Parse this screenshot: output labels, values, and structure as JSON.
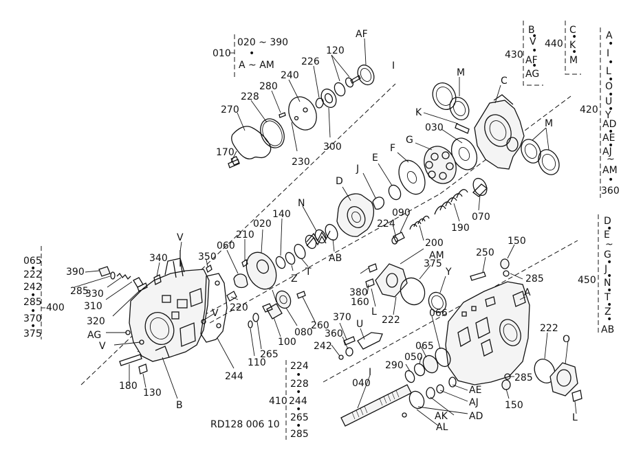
{
  "drawing_code": "RD128 006 10",
  "top_group": {
    "ref": "010",
    "range_top": "020 ~ 390",
    "dot": "•",
    "range_bottom": "A ~ AM"
  },
  "group_430": {
    "ref": "430",
    "items": [
      "B",
      "V",
      "AF",
      "AG"
    ]
  },
  "group_440": {
    "ref": "440",
    "items": [
      "C",
      "K",
      "M"
    ]
  },
  "group_420": {
    "ref": "420",
    "items": [
      "A",
      "I",
      "L",
      "O",
      "U",
      "Y",
      "AD",
      "AE",
      "AJ",
      "~",
      "AM",
      "360"
    ]
  },
  "group_450": {
    "ref": "450",
    "items": [
      "D",
      "E",
      "~",
      "G",
      "J",
      "N",
      "T",
      "Z",
      "AB"
    ]
  },
  "group_400": {
    "ref": "400",
    "items": [
      "065",
      "222",
      "242",
      "285",
      "370",
      "375"
    ]
  },
  "group_410": {
    "ref": "410",
    "items": [
      "224",
      "228",
      "244",
      "265",
      "285"
    ]
  },
  "labels": [
    {
      "id": "AF-top",
      "text": "AF"
    },
    {
      "id": "120",
      "text": "120"
    },
    {
      "id": "I-top",
      "text": "I"
    },
    {
      "id": "226",
      "text": "226"
    },
    {
      "id": "240",
      "text": "240"
    },
    {
      "id": "280",
      "text": "280"
    },
    {
      "id": "228",
      "text": "228"
    },
    {
      "id": "270",
      "text": "270"
    },
    {
      "id": "170",
      "text": "170"
    },
    {
      "id": "230",
      "text": "230"
    },
    {
      "id": "300",
      "text": "300"
    },
    {
      "id": "M-top",
      "text": "M"
    },
    {
      "id": "C",
      "text": "C"
    },
    {
      "id": "K",
      "text": "K"
    },
    {
      "id": "030",
      "text": "030"
    },
    {
      "id": "G",
      "text": "G"
    },
    {
      "id": "F",
      "text": "F"
    },
    {
      "id": "M-right",
      "text": "M"
    },
    {
      "id": "E",
      "text": "E"
    },
    {
      "id": "J",
      "text": "J"
    },
    {
      "id": "D",
      "text": "D"
    },
    {
      "id": "N",
      "text": "N"
    },
    {
      "id": "140",
      "text": "140"
    },
    {
      "id": "020",
      "text": "020"
    },
    {
      "id": "210",
      "text": "210"
    },
    {
      "id": "060",
      "text": "060"
    },
    {
      "id": "V-top",
      "text": "V"
    },
    {
      "id": "350",
      "text": "350"
    },
    {
      "id": "340",
      "text": "340"
    },
    {
      "id": "Z",
      "text": "Z"
    },
    {
      "id": "T",
      "text": "T"
    },
    {
      "id": "AB",
      "text": "AB"
    },
    {
      "id": "224",
      "text": "224"
    },
    {
      "id": "090",
      "text": "090"
    },
    {
      "id": "200",
      "text": "200"
    },
    {
      "id": "190",
      "text": "190"
    },
    {
      "id": "070",
      "text": "070"
    },
    {
      "id": "AM",
      "text": "AM"
    },
    {
      "id": "375",
      "text": "375"
    },
    {
      "id": "Y",
      "text": "Y"
    },
    {
      "id": "250",
      "text": "250"
    },
    {
      "id": "150-top",
      "text": "150"
    },
    {
      "id": "285-right",
      "text": "285"
    },
    {
      "id": "390",
      "text": "390"
    },
    {
      "id": "285-left",
      "text": "285"
    },
    {
      "id": "330",
      "text": "330"
    },
    {
      "id": "310",
      "text": "310"
    },
    {
      "id": "320",
      "text": "320"
    },
    {
      "id": "AG",
      "text": "AG"
    },
    {
      "id": "V-left",
      "text": "V"
    },
    {
      "id": "V-mid",
      "text": "V"
    },
    {
      "id": "220",
      "text": "220"
    },
    {
      "id": "380",
      "text": "380"
    },
    {
      "id": "160",
      "text": "160"
    },
    {
      "id": "L-mid",
      "text": "L"
    },
    {
      "id": "222-mid",
      "text": "222"
    },
    {
      "id": "A",
      "text": "A"
    },
    {
      "id": "260",
      "text": "260"
    },
    {
      "id": "080",
      "text": "080"
    },
    {
      "id": "370",
      "text": "370"
    },
    {
      "id": "U",
      "text": "U"
    },
    {
      "id": "360",
      "text": "360"
    },
    {
      "id": "066",
      "text": "066"
    },
    {
      "id": "065",
      "text": "065"
    },
    {
      "id": "050",
      "text": "050"
    },
    {
      "id": "242",
      "text": "242"
    },
    {
      "id": "I-low",
      "text": "I"
    },
    {
      "id": "100",
      "text": "100"
    },
    {
      "id": "265",
      "text": "265"
    },
    {
      "id": "110",
      "text": "110"
    },
    {
      "id": "244",
      "text": "244"
    },
    {
      "id": "180",
      "text": "180"
    },
    {
      "id": "130",
      "text": "130"
    },
    {
      "id": "B",
      "text": "B"
    },
    {
      "id": "290",
      "text": "290"
    },
    {
      "id": "040",
      "text": "040"
    },
    {
      "id": "AE",
      "text": "AE"
    },
    {
      "id": "AJ",
      "text": "AJ"
    },
    {
      "id": "AK",
      "text": "AK"
    },
    {
      "id": "AD",
      "text": "AD"
    },
    {
      "id": "AL",
      "text": "AL"
    },
    {
      "id": "222-right",
      "text": "222"
    },
    {
      "id": "O",
      "text": "O"
    },
    {
      "id": "285-low",
      "text": "285"
    },
    {
      "id": "150-low",
      "text": "150"
    },
    {
      "id": "L-low",
      "text": "L"
    }
  ]
}
